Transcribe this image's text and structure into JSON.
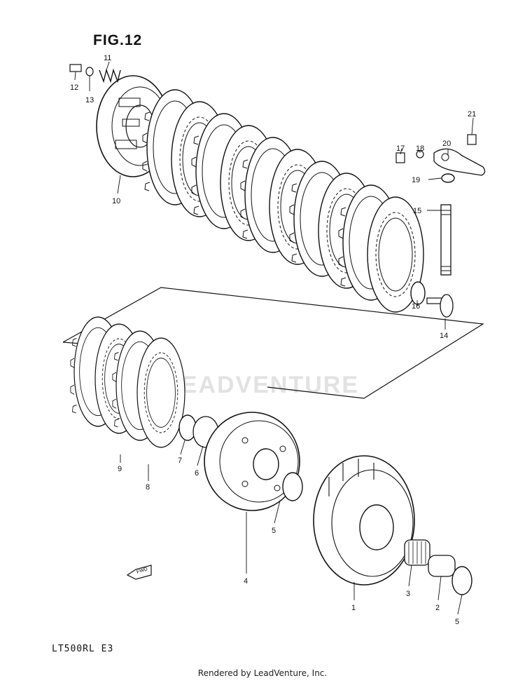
{
  "figure_title": "FIG.12",
  "model_code": "LT500RL  E3",
  "credit": "Rendered by LeadVenture, Inc.",
  "watermark": "LEADVENTURE",
  "fwd_label": "FWD",
  "callouts": {
    "c1": "1",
    "c2": "2",
    "c3": "3",
    "c4": "4",
    "c5a": "5",
    "c5b": "5",
    "c6": "6",
    "c7": "7",
    "c8": "8",
    "c9": "9",
    "c10": "10",
    "c11": "11",
    "c12": "12",
    "c13": "13",
    "c14": "14",
    "c15": "15",
    "c16": "16",
    "c17": "17",
    "c18": "18",
    "c19": "19",
    "c20": "20",
    "c21": "21"
  }
}
